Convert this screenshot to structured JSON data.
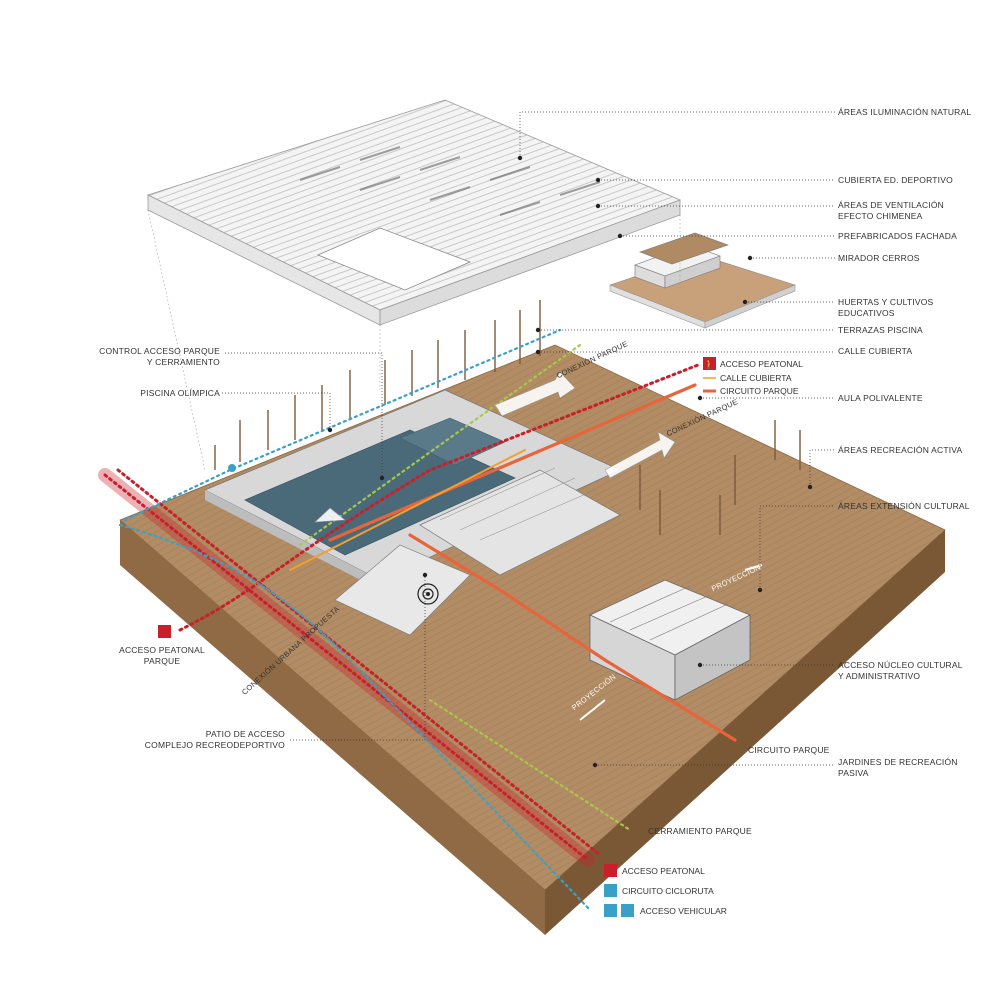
{
  "labels": {
    "iluminacion": "ÁREAS ILUMINACIÓN NATURAL",
    "cubierta": "CUBIERTA ED. DEPORTIVO",
    "ventilacion_1": "ÁREAS DE VENTILACIÓN",
    "ventilacion_2": "EFECTO CHIMENEA",
    "prefabricados": "PREFABRICADOS FACHADA",
    "mirador": "MIRADOR CERROS",
    "huertas_1": "HUERTAS Y CULTIVOS",
    "huertas_2": "EDUCATIVOS",
    "terrazas": "TERRAZAS PISCINA",
    "calle_cubierta": "CALLE CUBIERTA",
    "aula": "AULA POLIVALENTE",
    "recreacion_activa": "ÁREAS RECREACIÓN ACTIVA",
    "extension_cultural": "ÁREAS EXTENSIÓN CULTURAL",
    "acceso_nucleo_1": "ACCESO NÚCLEO CULTURAL",
    "acceso_nucleo_2": "Y ADMINISTRATIVO",
    "circuito_parque": "CIRCUITO PARQUE",
    "jardines_1": "JARDINES DE RECREACIÓN",
    "jardines_2": "PASIVA",
    "cerramiento_parque": "CERRAMIENTO PARQUE",
    "control_1": "CONTROL ACCESO PARQUE",
    "control_2": "Y CERRAMIENTO",
    "piscina": "PISCINA OLÍMPICA",
    "acceso_peatonal_parque_1": "ACCESO PEATONAL",
    "acceso_peatonal_parque_2": "PARQUE",
    "patio_1": "PATIO DE ACCESO",
    "patio_2": "COMPLEJO RECREODEPORTIVO"
  },
  "rotated": {
    "conexion_parque_1": "CONEXIÓN PARQUE",
    "conexion_parque_2": "CONEXIÓN PARQUE",
    "conexion_urbana": "CONEXIÓN URBANA PROPUESTA",
    "proyeccion_1": "PROYECCIÓN",
    "proyeccion_2": "PROYECCIÓN"
  },
  "legend_top": {
    "acceso_peatonal": "ACCESO PEATONAL",
    "calle_cubierta": "CALLE CUBIERTA",
    "circuito_parque": "CIRCUITO PARQUE"
  },
  "legend_bottom": {
    "acceso_peatonal": "ACCESO PEATONAL",
    "circuito_cicloruta": "CIRCUITO CICLORUTA",
    "acceso_vehicular": "ACCESO VEHICULAR"
  },
  "colors": {
    "wood": "#b08a62",
    "wood_dark": "#8a6640",
    "red": "#c8202a",
    "orange": "#e8643a",
    "yellow": "#f0a030",
    "blue": "#3aa0c8",
    "green": "#a8c848",
    "water": "#4a6a7a"
  }
}
